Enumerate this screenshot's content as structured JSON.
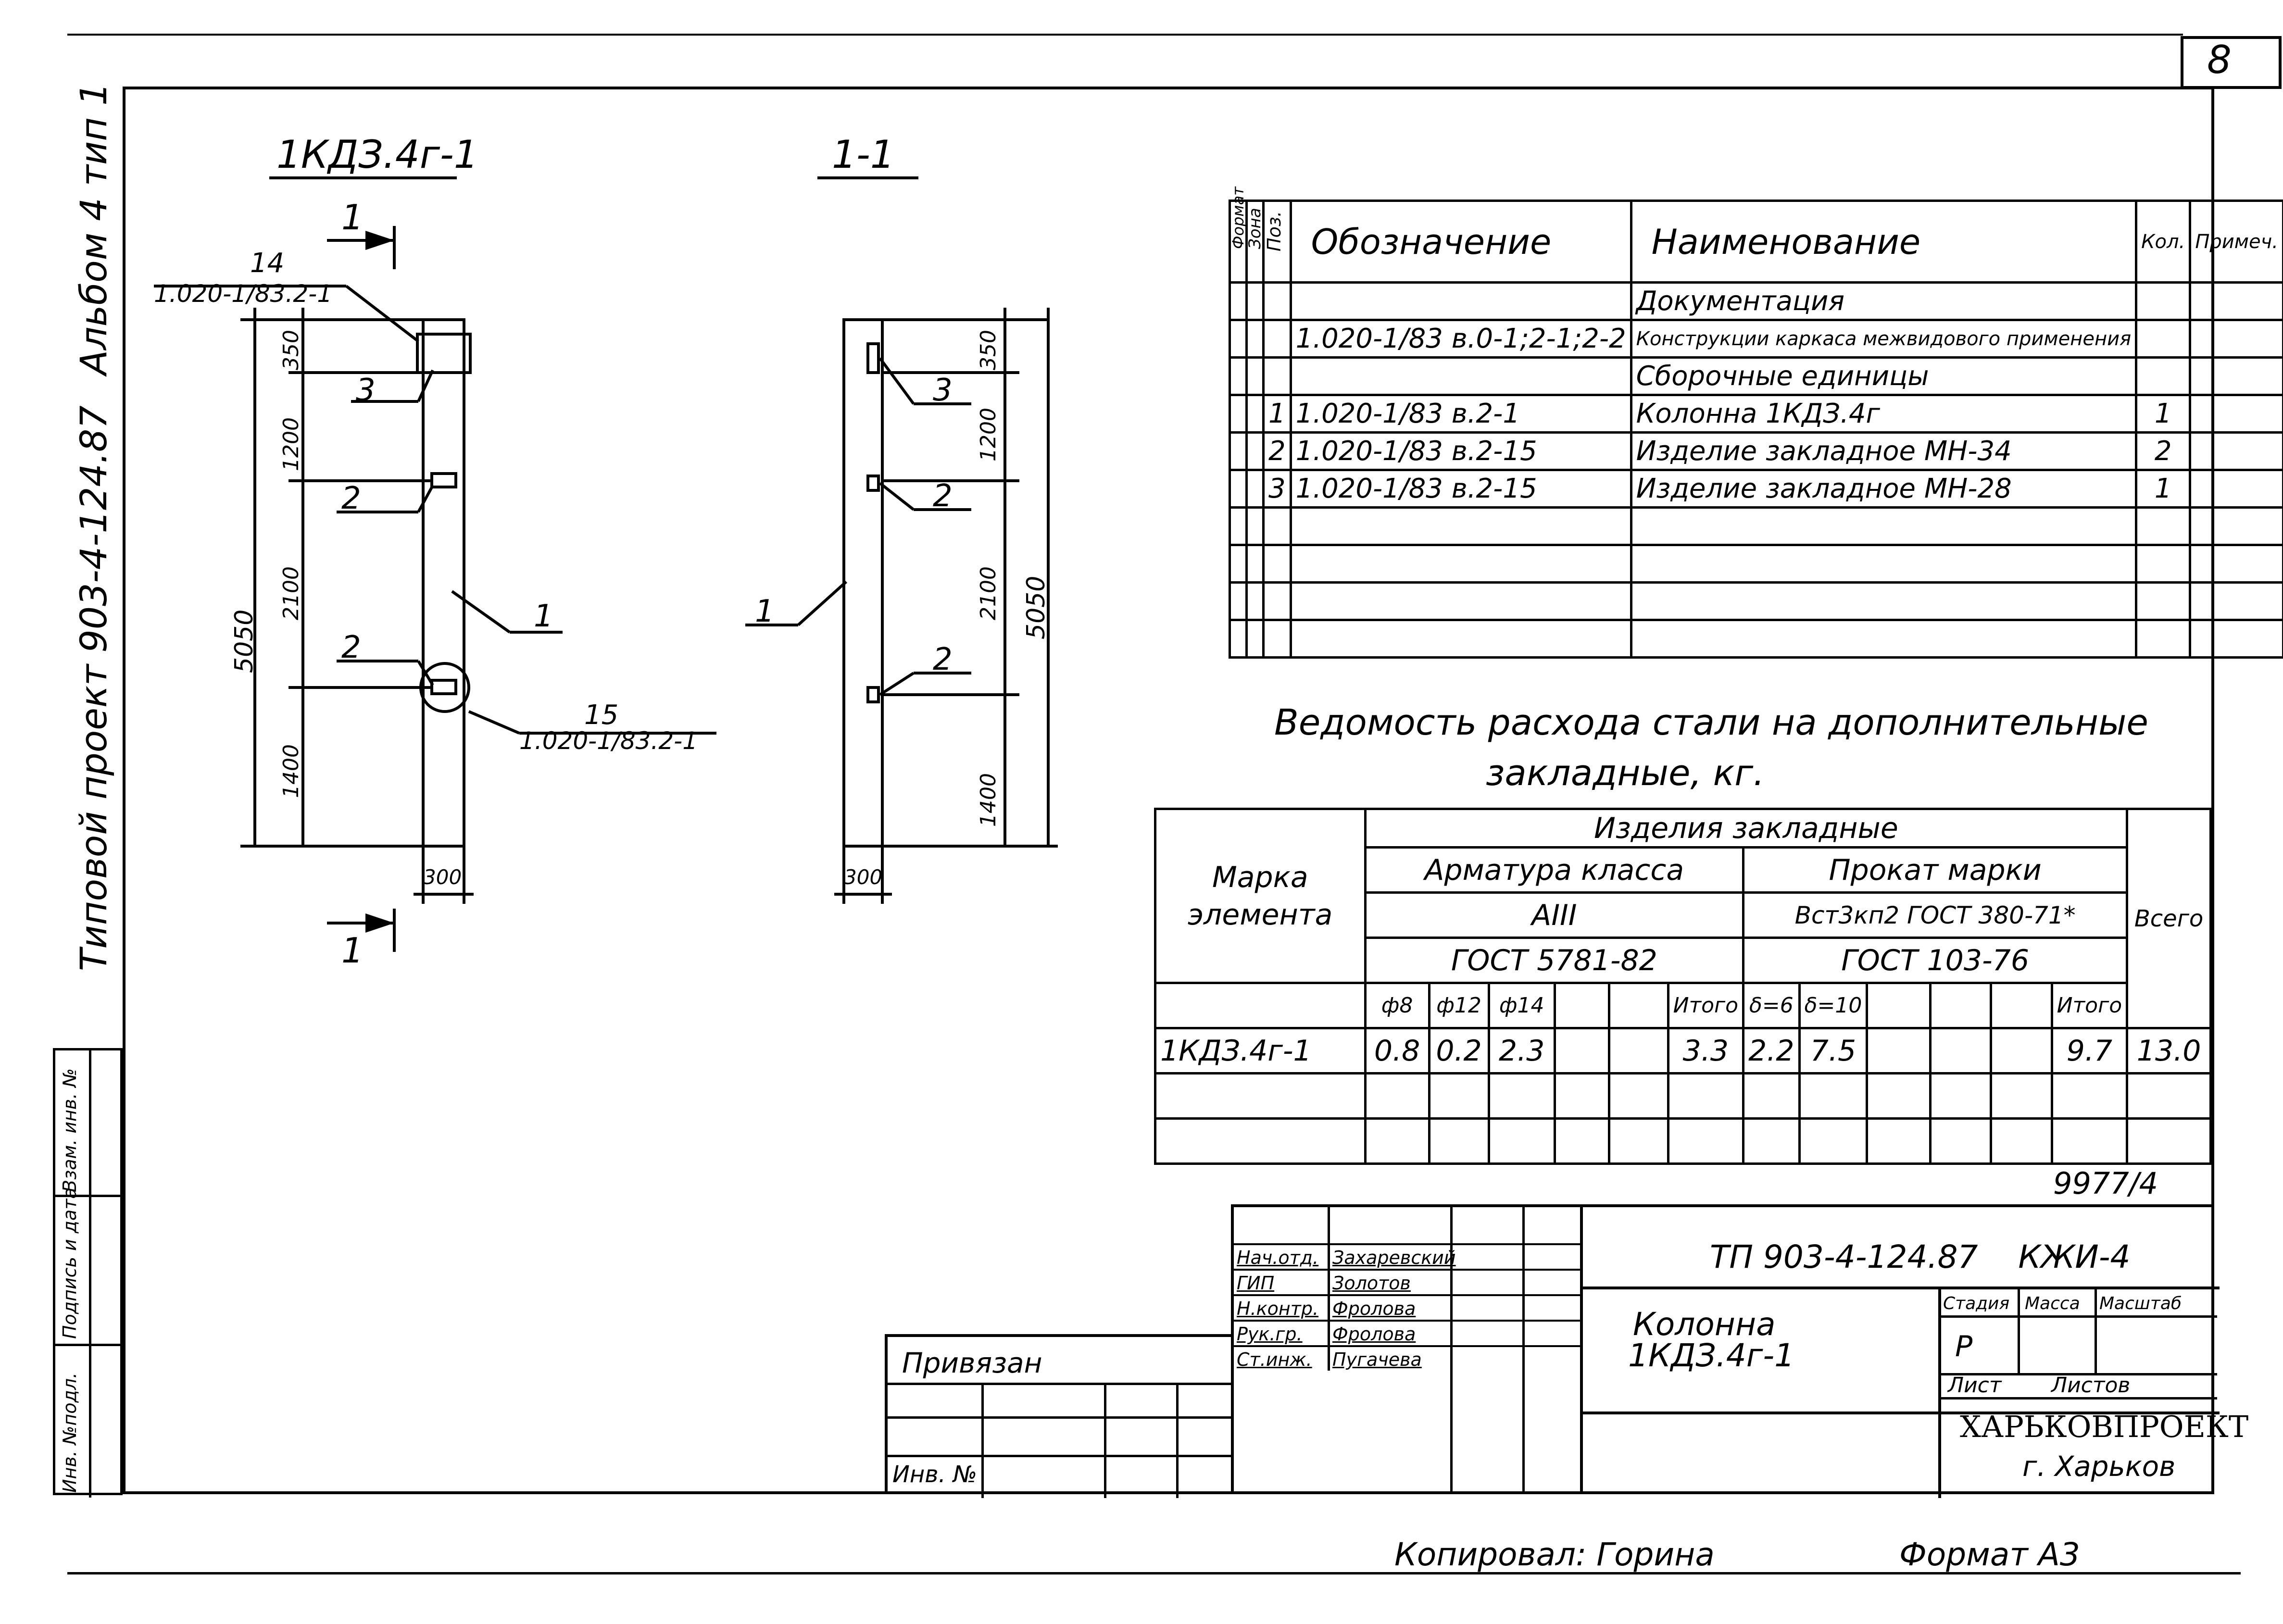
{
  "sheet_number": "8",
  "side": {
    "album": "Альбом 4 тип 1",
    "project": "Типовой проект 903-4-124.87",
    "stamp_cells": [
      "Инв. №подл.",
      "Подпись и дата",
      "Взам. инв. №"
    ]
  },
  "drawing": {
    "elevation_title": "1КДЗ.4г-1",
    "section_title": "1-1",
    "section_mark": "1",
    "callout_14_num": "14",
    "callout_14_ref": "1.020-1/83.2-1",
    "callout_15_num": "15",
    "callout_15_ref": "1.020-1/83.2-1",
    "pos_1": "1",
    "pos_2": "2",
    "pos_3": "3",
    "dims": {
      "d350": "350",
      "d1200": "1200",
      "d2100": "2100",
      "d1400": "1400",
      "d5050": "5050",
      "d300": "300"
    }
  },
  "spec": {
    "headers": {
      "format": "Формат",
      "zone": "Зона",
      "pos": "Поз.",
      "designation": "Обозначение",
      "name": "Наименование",
      "qty": "Кол.",
      "note": "Примеч."
    },
    "rows": [
      {
        "pos": "",
        "designation": "",
        "name": "Документация",
        "qty": ""
      },
      {
        "pos": "",
        "designation": "1.020-1/83 в.0-1;2-1;2-2",
        "name": "Конструкции каркаса межвидового применения",
        "qty": ""
      },
      {
        "pos": "",
        "designation": "",
        "name": "Сборочные единицы",
        "qty": ""
      },
      {
        "pos": "1",
        "designation": "1.020-1/83 в.2-1",
        "name": "Колонна 1КДЗ.4г",
        "qty": "1"
      },
      {
        "pos": "2",
        "designation": "1.020-1/83 в.2-15",
        "name": "Изделие закладное МН-34",
        "qty": "2"
      },
      {
        "pos": "3",
        "designation": "1.020-1/83 в.2-15",
        "name": "Изделие закладное МН-28",
        "qty": "1"
      },
      {
        "pos": "",
        "designation": "",
        "name": "",
        "qty": ""
      },
      {
        "pos": "",
        "designation": "",
        "name": "",
        "qty": ""
      },
      {
        "pos": "",
        "designation": "",
        "name": "",
        "qty": ""
      },
      {
        "pos": "",
        "designation": "",
        "name": "",
        "qty": ""
      }
    ]
  },
  "steel": {
    "caption_1": "Ведомость расхода стали на дополнительные",
    "caption_2": "закладные, кг.",
    "col_mark_1": "Марка",
    "col_mark_2": "элемента",
    "group": "Изделия закладные",
    "rebar": "Арматура класса",
    "rebar_class": "АIII",
    "rebar_gost": "ГОСТ 5781-82",
    "rolled": "Прокат марки",
    "rolled_grade": "Вст3кп2 ГОСТ 380-71*",
    "rolled_gost": "ГОСТ 103-76",
    "total": "Всего",
    "sub": [
      "ф8",
      "ф12",
      "ф14",
      "",
      "",
      "Итого",
      "δ=6",
      "δ=10",
      "",
      "",
      "",
      "Итого"
    ],
    "rows": [
      [
        "1КДЗ.4г-1",
        "0.8",
        "0.2",
        "2.3",
        "",
        "",
        "3.3",
        "2.2",
        "7.5",
        "",
        "",
        "",
        "9.7",
        "13.0"
      ],
      [
        "",
        "",
        "",
        "",
        "",
        "",
        "",
        "",
        "",
        "",
        "",
        "",
        "",
        ""
      ],
      [
        "",
        "",
        "",
        "",
        "",
        "",
        "",
        "",
        "",
        "",
        "",
        "",
        "",
        ""
      ]
    ]
  },
  "title_block": {
    "inv_code": "9977/4",
    "code": "ТП 903-4-124.87    КЖИ-4",
    "sign_rows": [
      {
        "role": "Нач.отд.",
        "name": "Захаревский"
      },
      {
        "role": "ГИП",
        "name": "Золотов"
      },
      {
        "role": "Н.контр.",
        "name": "Фролова"
      },
      {
        "role": "Рук.гр.",
        "name": "Фролова"
      },
      {
        "role": "Ст.инж.",
        "name": "Пугачева"
      }
    ],
    "item_name_1": "Колонна",
    "item_name_2": "1КДЗ.4г-1",
    "stage_label": "Стадия",
    "mass_label": "Масса",
    "scale_label": "Масштаб",
    "stage_value": "Р",
    "sheet_label": "Лист",
    "sheets_label": "Листов",
    "org": "ХАРЬКОВПРОЕКТ",
    "city": "г. Харьков",
    "privyazan": "Привязан",
    "inv_no": "Инв. №"
  },
  "footer": {
    "copied": "Копировал: Горина",
    "format": "Формат А3"
  }
}
